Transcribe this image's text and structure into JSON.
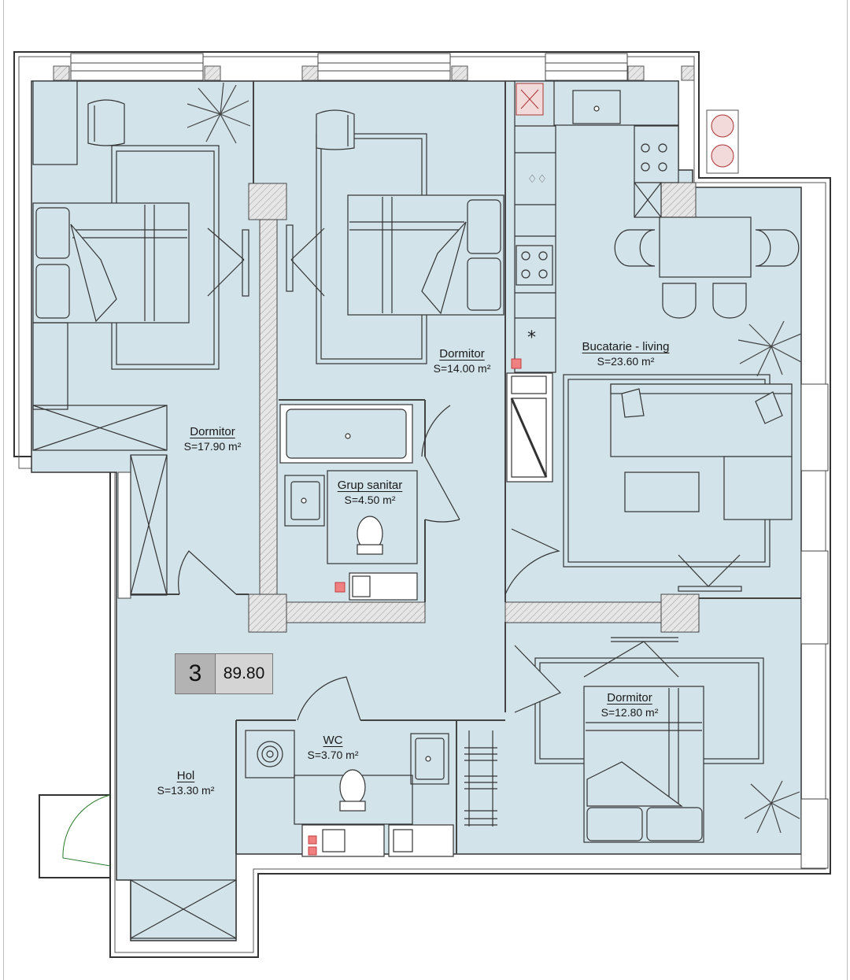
{
  "rooms": [
    {
      "name": "Dormitor",
      "area": "S=17.90 m²"
    },
    {
      "name": "Dormitor",
      "area": "S=14.00 m²"
    },
    {
      "name": "Bucatarie - living",
      "area": "S=23.60 m²"
    },
    {
      "name": "Grup sanitar",
      "area": "S=4.50 m²"
    },
    {
      "name": "Dormitor",
      "area": "S=12.80 m²"
    },
    {
      "name": "WC",
      "area": "S=3.70 m²"
    },
    {
      "name": "Hol",
      "area": "S=13.30 m²"
    }
  ],
  "apartment": {
    "rooms_count": "3",
    "total_area": "89.80"
  },
  "colors": {
    "floor": "#d3e3ea",
    "wall": "#ffffff",
    "wall_line": "#444444",
    "hatch": "#9a9a9a",
    "sensor": "#e05a5a"
  }
}
